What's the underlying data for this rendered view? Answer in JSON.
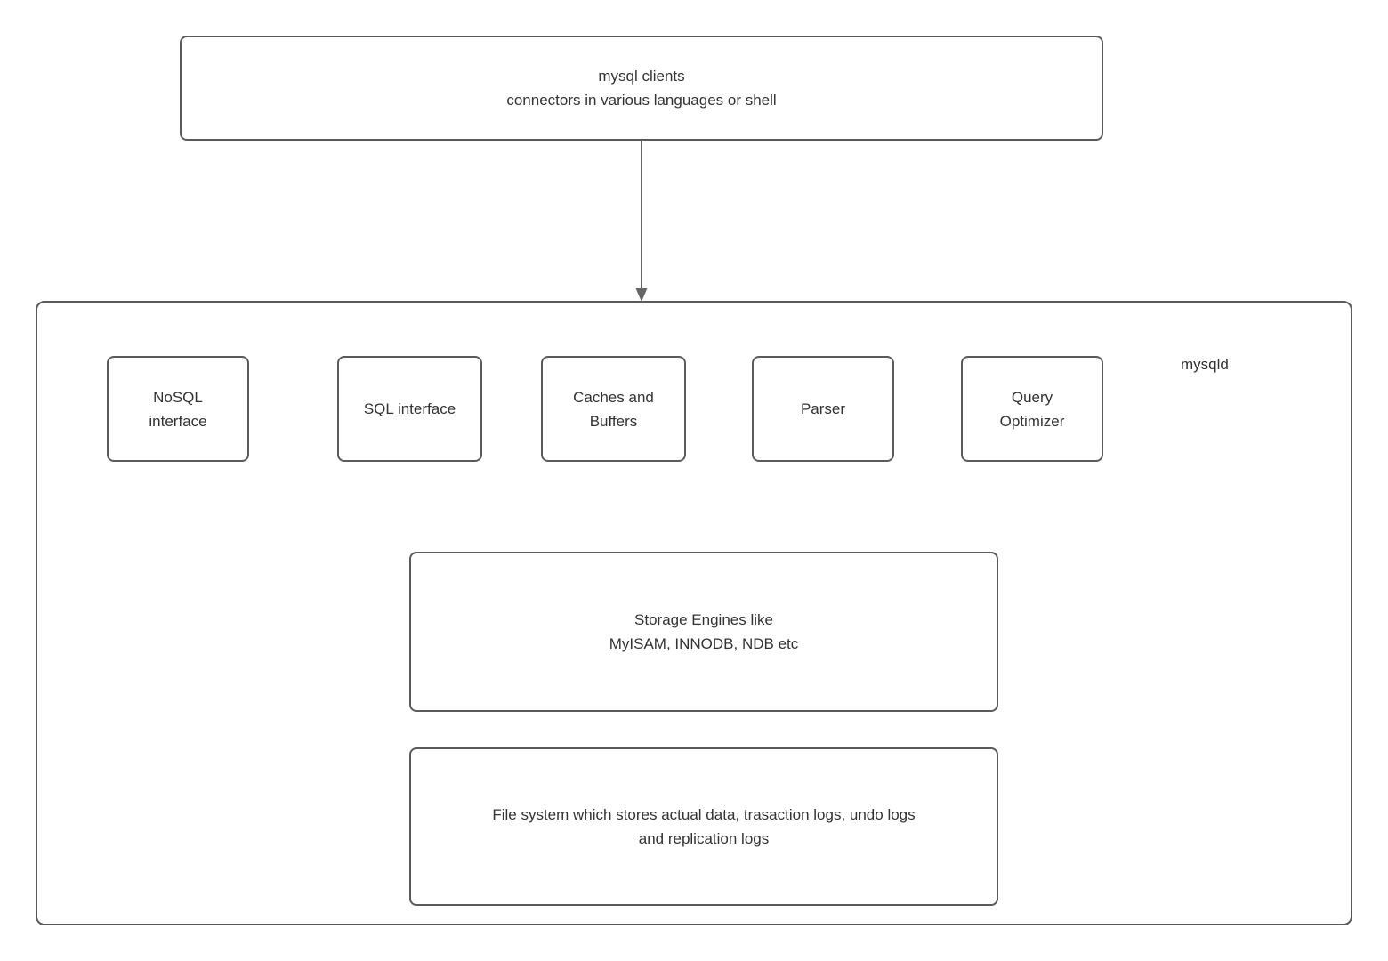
{
  "colors": {
    "background": "#ffffff",
    "box_border": "#5b5b5b",
    "text": "#333333",
    "arrow": "#666666"
  },
  "clients_box": {
    "text": "mysql clients\nconnectors in various languages or shell"
  },
  "server": {
    "label": "mysqld",
    "components": [
      {
        "id": "nosql-interface",
        "text": "NoSQL\ninterface"
      },
      {
        "id": "sql-interface",
        "text": "SQL interface"
      },
      {
        "id": "caches-and-buffers",
        "text": "Caches and\nBuffers"
      },
      {
        "id": "parser",
        "text": "Parser"
      },
      {
        "id": "query-optimizer",
        "text": "Query\nOptimizer"
      }
    ],
    "storage_box": {
      "text": "Storage Engines like\nMyISAM, INNODB, NDB etc"
    },
    "filesystem_box": {
      "text": "File system which stores actual data, trasaction logs, undo logs\nand replication logs"
    }
  }
}
